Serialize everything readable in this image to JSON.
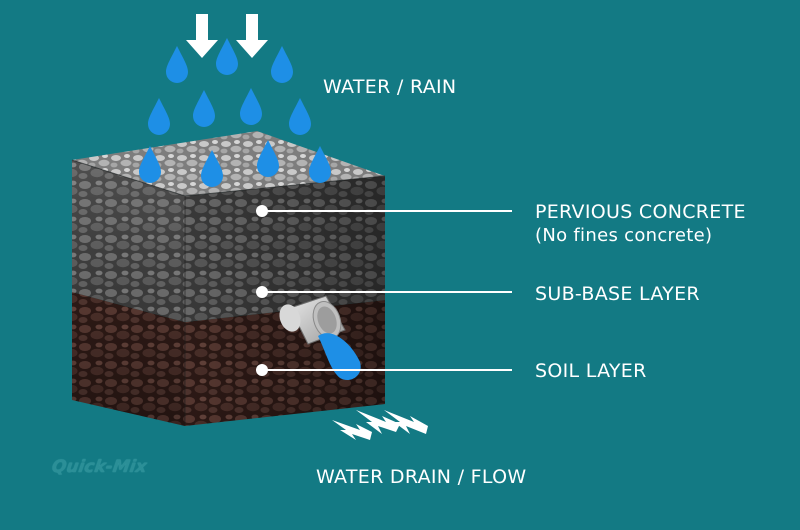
{
  "labels": {
    "rain": "WATER / RAIN",
    "pervious_title": "PERVIOUS CONCRETE",
    "pervious_sub": "(No fines concrete)",
    "subbase": "SUB-BASE LAYER",
    "soil": "SOIL LAYER",
    "drain": "WATER DRAIN / FLOW"
  },
  "logo": "Quick-Mix",
  "colors": {
    "background": "#137a84",
    "water": "#1e8fe6",
    "arrow": "#ffffff"
  }
}
